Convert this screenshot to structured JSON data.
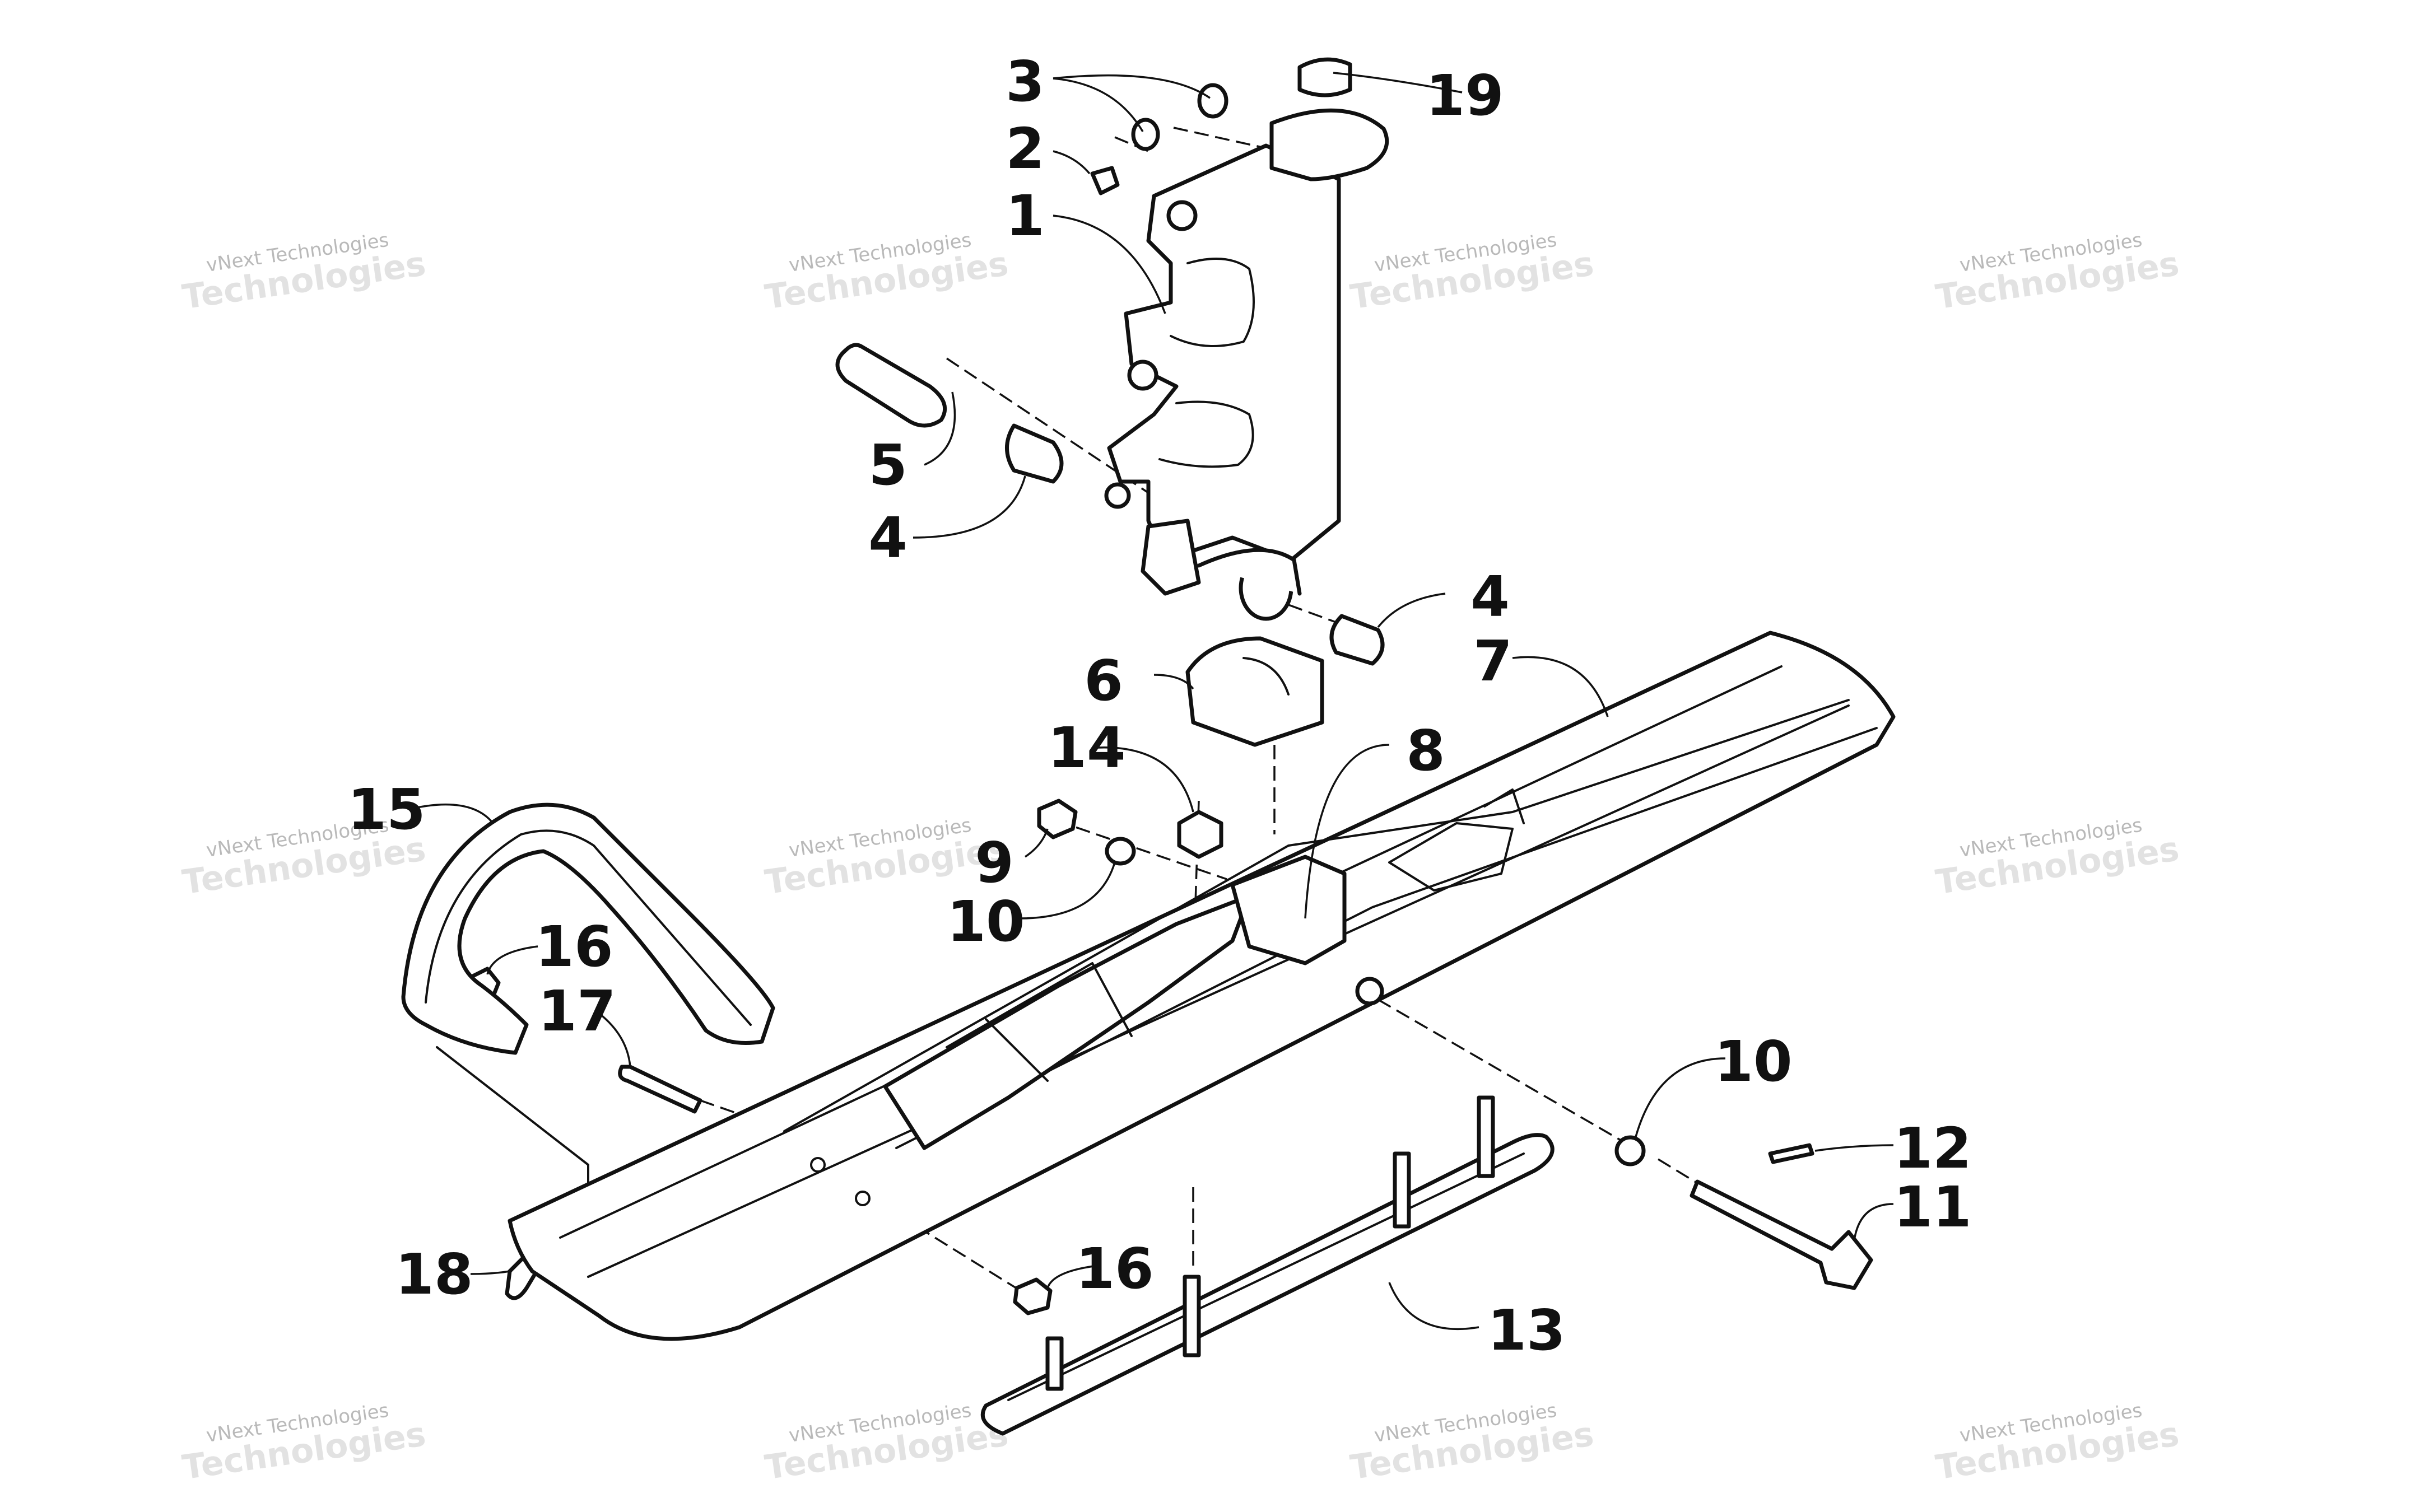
{
  "diagram": {
    "callouts": [
      "1",
      "2",
      "3",
      "4",
      "4",
      "5",
      "6",
      "7",
      "8",
      "9",
      "10",
      "10",
      "11",
      "12",
      "13",
      "14",
      "15",
      "16",
      "16",
      "17",
      "18",
      "19"
    ],
    "watermark": {
      "small": "vNext Technologies",
      "large": "Technologies"
    },
    "colors": {
      "ink": "#111111",
      "paper": "#ffffff",
      "watermark": "#b9b9b9",
      "watermark_faint": "#e2e2e2"
    }
  }
}
